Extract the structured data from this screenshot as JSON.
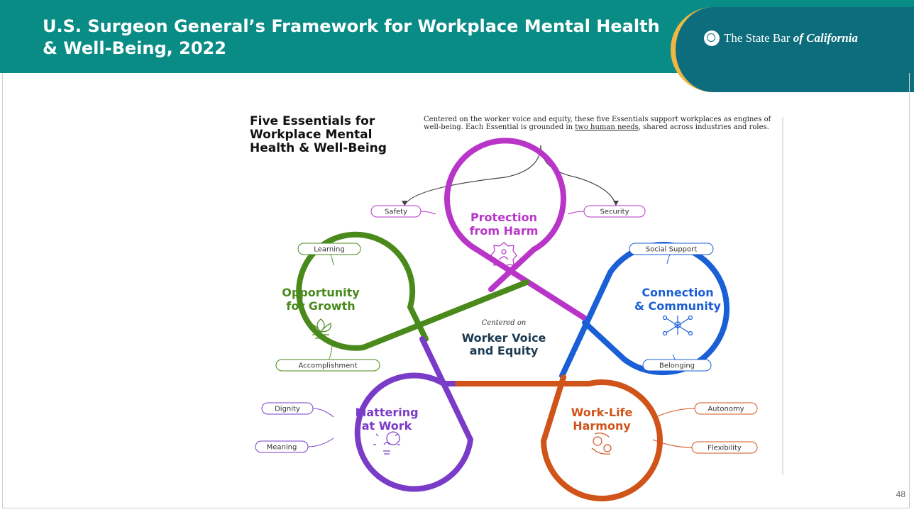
{
  "header": {
    "title": "U.S. Surgeon General’s Framework for Workplace Mental Health & Well-Being, 2022",
    "logo_text_plain": "The State Bar",
    "logo_text_emph": "of California"
  },
  "figure": {
    "title": "Five Essentials for Workplace Mental Health & Well-Being",
    "description_before": "Centered on the worker voice and equity, these five Essentials support workplaces as engines of well-being. Each Essential is grounded in ",
    "description_underlined": "two human needs",
    "description_after": ", shared across industries and roles.",
    "center_small": "Centered on",
    "center_line1": "Worker Voice",
    "center_line2": "and Equity",
    "essentials": {
      "protection": {
        "line1": "Protection",
        "line2": "from Harm",
        "color": "#b835c8",
        "icon": "shield-person-icon",
        "needs": [
          "Safety",
          "Security"
        ]
      },
      "growth": {
        "line1": "Opportunity",
        "line2": "for Growth",
        "color": "#4a8a1c",
        "icon": "lotus-icon",
        "needs": [
          "Learning",
          "Accomplishment"
        ]
      },
      "connection": {
        "line1": "Connection",
        "line2": "& Community",
        "color": "#1a5fd6",
        "icon": "network-icon",
        "needs": [
          "Social Support",
          "Belonging"
        ]
      },
      "mattering": {
        "line1": "Mattering",
        "line2": "at Work",
        "color": "#7a3cc8",
        "icon": "lightbulb-icon",
        "needs": [
          "Dignity",
          "Meaning"
        ]
      },
      "worklife": {
        "line1": "Work-Life",
        "line2": "Harmony",
        "color": "#d0541a",
        "icon": "gears-icon",
        "needs": [
          "Autonomy",
          "Flexibility"
        ]
      }
    }
  },
  "slide_number": "48"
}
